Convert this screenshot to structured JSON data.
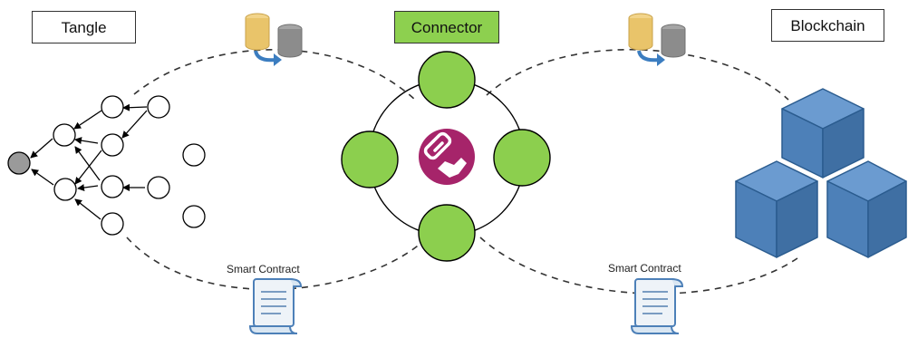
{
  "labels": {
    "tangle": "Tangle",
    "connector": "Connector",
    "blockchain": "Blockchain",
    "smart_contract_left": "Smart Contract",
    "smart_contract_right": "Smart Contract"
  },
  "icons": {
    "database_sync": "database-sync-icon",
    "handshake_link": "handshake-chain-icon",
    "contract_scroll": "scroll-document-icon",
    "blockchain_cubes": "cubes-icon"
  },
  "colors": {
    "connector_green": "#8dd04f",
    "node_green": "#8ccf4e",
    "badge_magenta": "#a6246a",
    "cube_blue": "#4d80b8",
    "db_gold": "#e9c46a",
    "db_gray": "#8c8c8c",
    "arrow_blue": "#3b7dc0",
    "genesis_gray": "#9a9a9a"
  }
}
